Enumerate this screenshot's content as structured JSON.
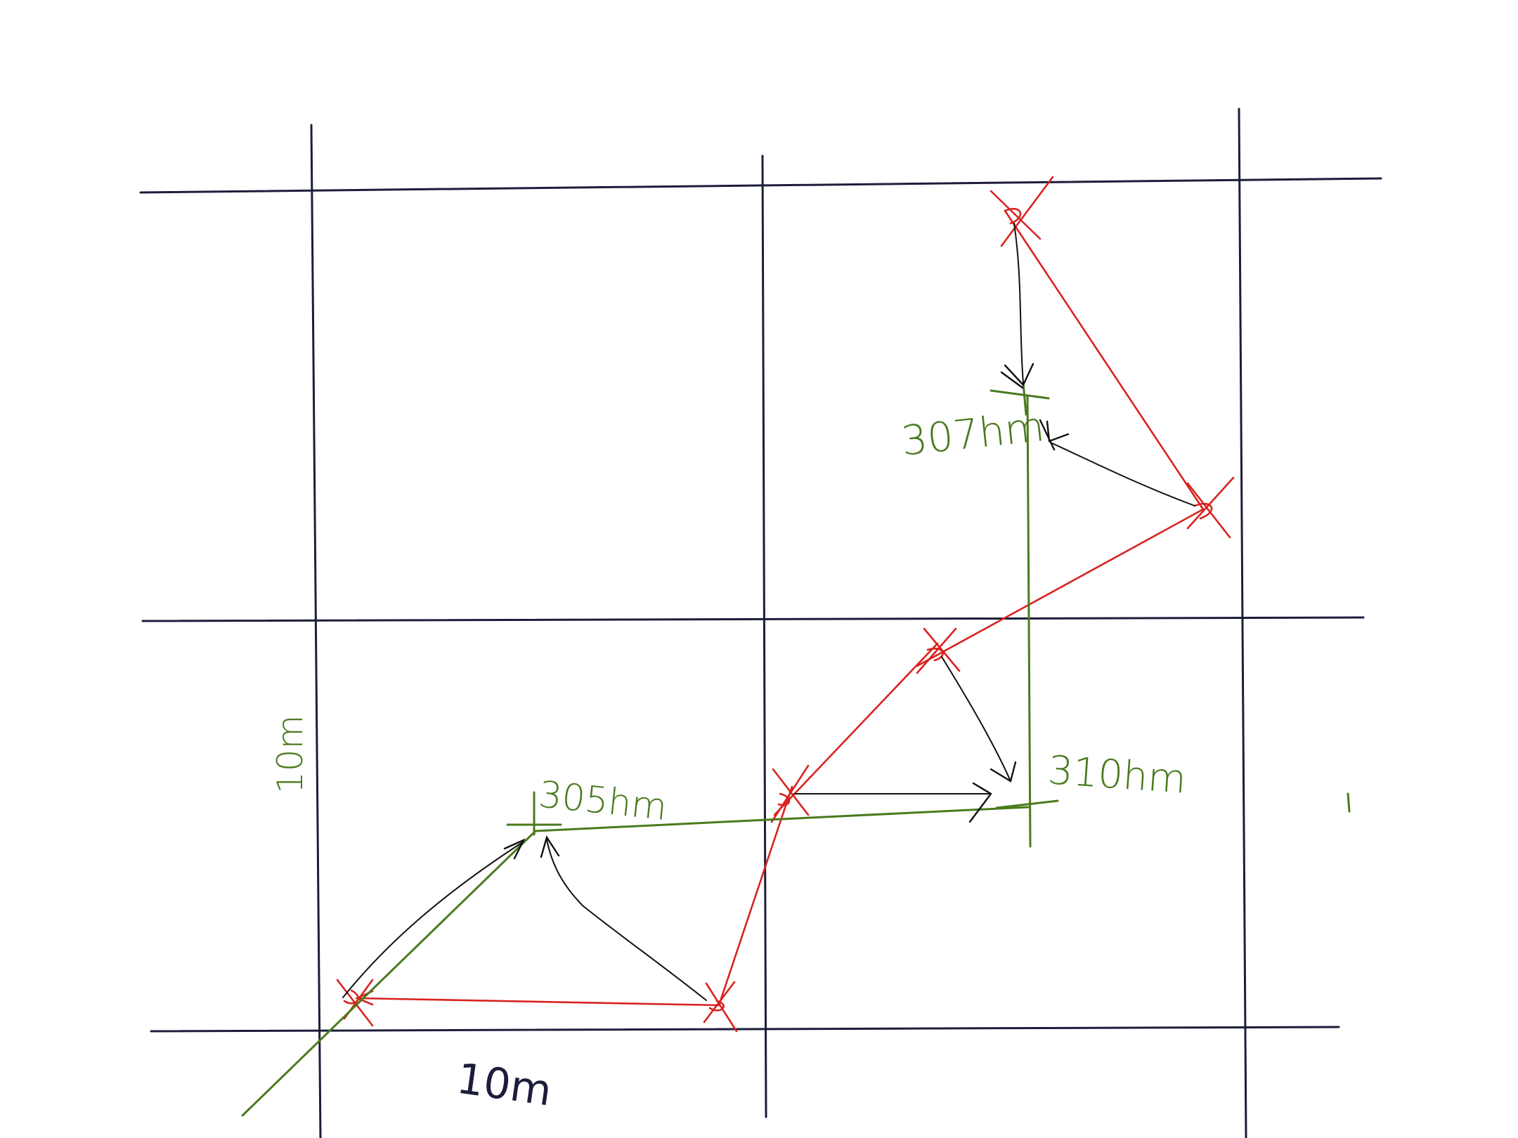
{
  "labels": {
    "height_a": "305hm",
    "height_b": "310hm",
    "height_c": "307hm",
    "scale_horizontal": "10m",
    "scale_vertical": "10m",
    "stray_mark": "ı"
  },
  "colors": {
    "grid": "#1b1d3a",
    "measurement_lines": "#d8231f",
    "construction_lines": "#4a7a1e",
    "arrows": "#111111"
  }
}
